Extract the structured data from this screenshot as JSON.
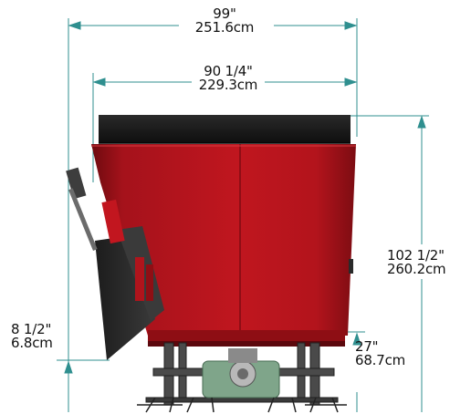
{
  "dimensions": {
    "overall_width": {
      "imperial": "99\"",
      "metric": "251.6cm"
    },
    "body_width": {
      "imperial": "90 1/4\"",
      "metric": "229.3cm"
    },
    "overall_height": {
      "imperial": "102 1/2\"",
      "metric": "260.2cm"
    },
    "ground_clearance": {
      "imperial": "8 1/2\"",
      "metric": "6.8cm"
    },
    "frame_height": {
      "imperial": "27\"",
      "metric": "68.7cm"
    }
  },
  "colors": {
    "dimension_line": "#2f8f8f",
    "body_red": "#b4121b",
    "body_red_dark": "#7a0a10",
    "top_black": "#1a1a1a",
    "door_gray": "#2b2b2b",
    "motor_green": "#7fa58a",
    "chassis_gray": "#5a5a5a"
  }
}
